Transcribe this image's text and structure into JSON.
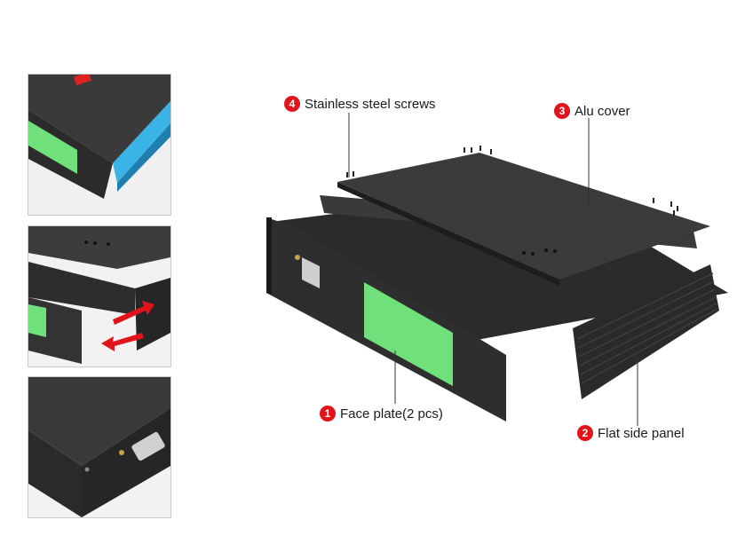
{
  "callouts": {
    "face_plate": {
      "number": "1",
      "label": "Face plate(2 pcs)"
    },
    "flat_side_panel": {
      "number": "2",
      "label": "Flat side panel"
    },
    "alu_cover": {
      "number": "3",
      "label": "Alu cover"
    },
    "stainless_steel_screws": {
      "number": "4",
      "label": "Stainless steel screws"
    }
  },
  "colors": {
    "badge": "#e3131b",
    "enclosure": "#2a2a2a",
    "display": "#6fe07a",
    "arrow": "#e3131b",
    "heatsink_accent": "#3ab4e6"
  },
  "thumbnails": [
    {
      "name": "corner-detail",
      "icons": [
        "heatsink-fins",
        "display-window"
      ]
    },
    {
      "name": "assembly-detail",
      "icons": [
        "insert-arrow",
        "remove-arrow"
      ]
    },
    {
      "name": "front-plate-detail",
      "icons": [
        "power-socket-icon",
        "screw-hole-icon"
      ]
    }
  ]
}
